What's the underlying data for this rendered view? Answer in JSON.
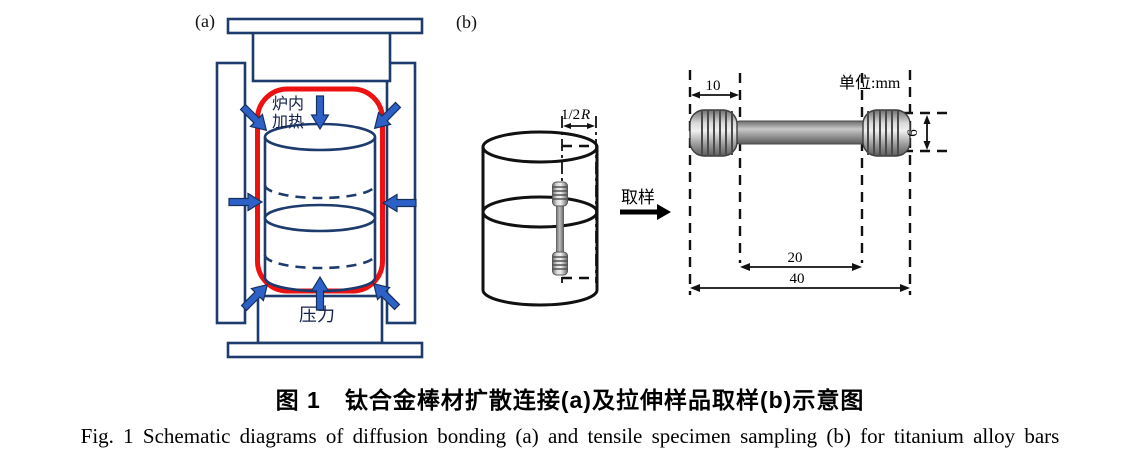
{
  "figure": {
    "panel_a": {
      "label": "(a)",
      "furnace_label_line1": "炉内",
      "furnace_label_line2": "加热",
      "pressure_label": "压力",
      "colors": {
        "outline_navy": "#1d3b6d",
        "furnace_red": "#ee1111",
        "arrow_blue": "#2e61c8"
      }
    },
    "panel_b": {
      "label": "(b)",
      "half_radius_prefix": "1/2",
      "half_radius_symbol": "R",
      "sampling_label": "取样",
      "unit_label": "单位:mm",
      "dims": {
        "grip_length": "10",
        "gauge_length": "20",
        "total_length": "40",
        "diameter": "6"
      }
    },
    "caption_zh": "图 1　钛合金棒材扩散连接(a)及拉伸样品取样(b)示意图",
    "caption_en": "Fig. 1   Schematic diagrams of diffusion bonding (a) and tensile specimen sampling (b) for titanium alloy bars"
  }
}
